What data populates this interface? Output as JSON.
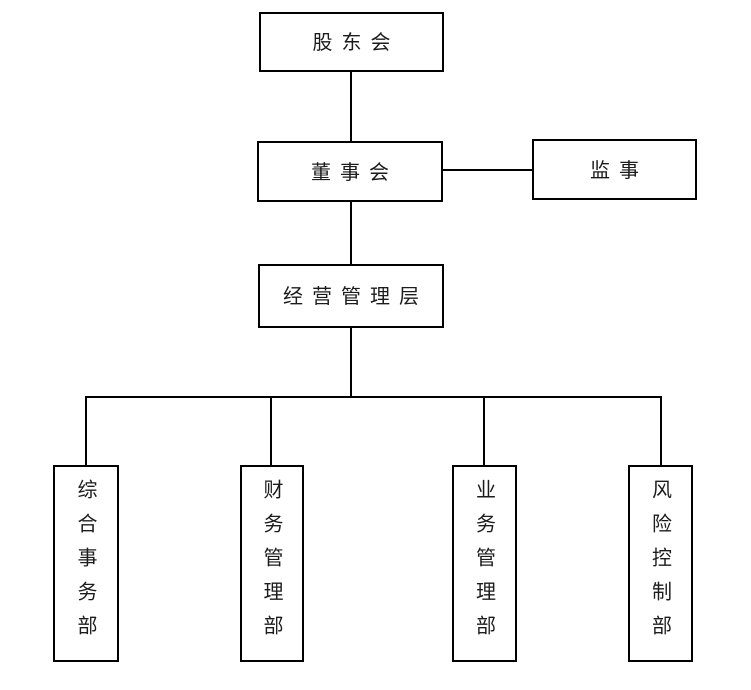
{
  "diagram": {
    "type": "org-chart",
    "background_color": "#ffffff",
    "line_color": "#000000",
    "border_color": "#000000",
    "text_color": "#1c1c1c",
    "nodes": {
      "shareholders": {
        "label": "股东会",
        "orientation": "horizontal"
      },
      "board": {
        "label": "董事会",
        "orientation": "horizontal"
      },
      "supervisor": {
        "label": "监事",
        "orientation": "horizontal"
      },
      "management": {
        "label": "经营管理层",
        "orientation": "horizontal"
      },
      "dept_general": {
        "label": "综合事务部",
        "orientation": "vertical"
      },
      "dept_finance": {
        "label": "财务管理部",
        "orientation": "vertical"
      },
      "dept_business": {
        "label": "业务管理部",
        "orientation": "vertical"
      },
      "dept_risk": {
        "label": "风险控制部",
        "orientation": "vertical"
      }
    },
    "edges": [
      {
        "from": "shareholders",
        "to": "board"
      },
      {
        "from": "board",
        "to": "supervisor"
      },
      {
        "from": "board",
        "to": "management"
      },
      {
        "from": "management",
        "to": "dept_general"
      },
      {
        "from": "management",
        "to": "dept_finance"
      },
      {
        "from": "management",
        "to": "dept_business"
      },
      {
        "from": "management",
        "to": "dept_risk"
      }
    ]
  }
}
